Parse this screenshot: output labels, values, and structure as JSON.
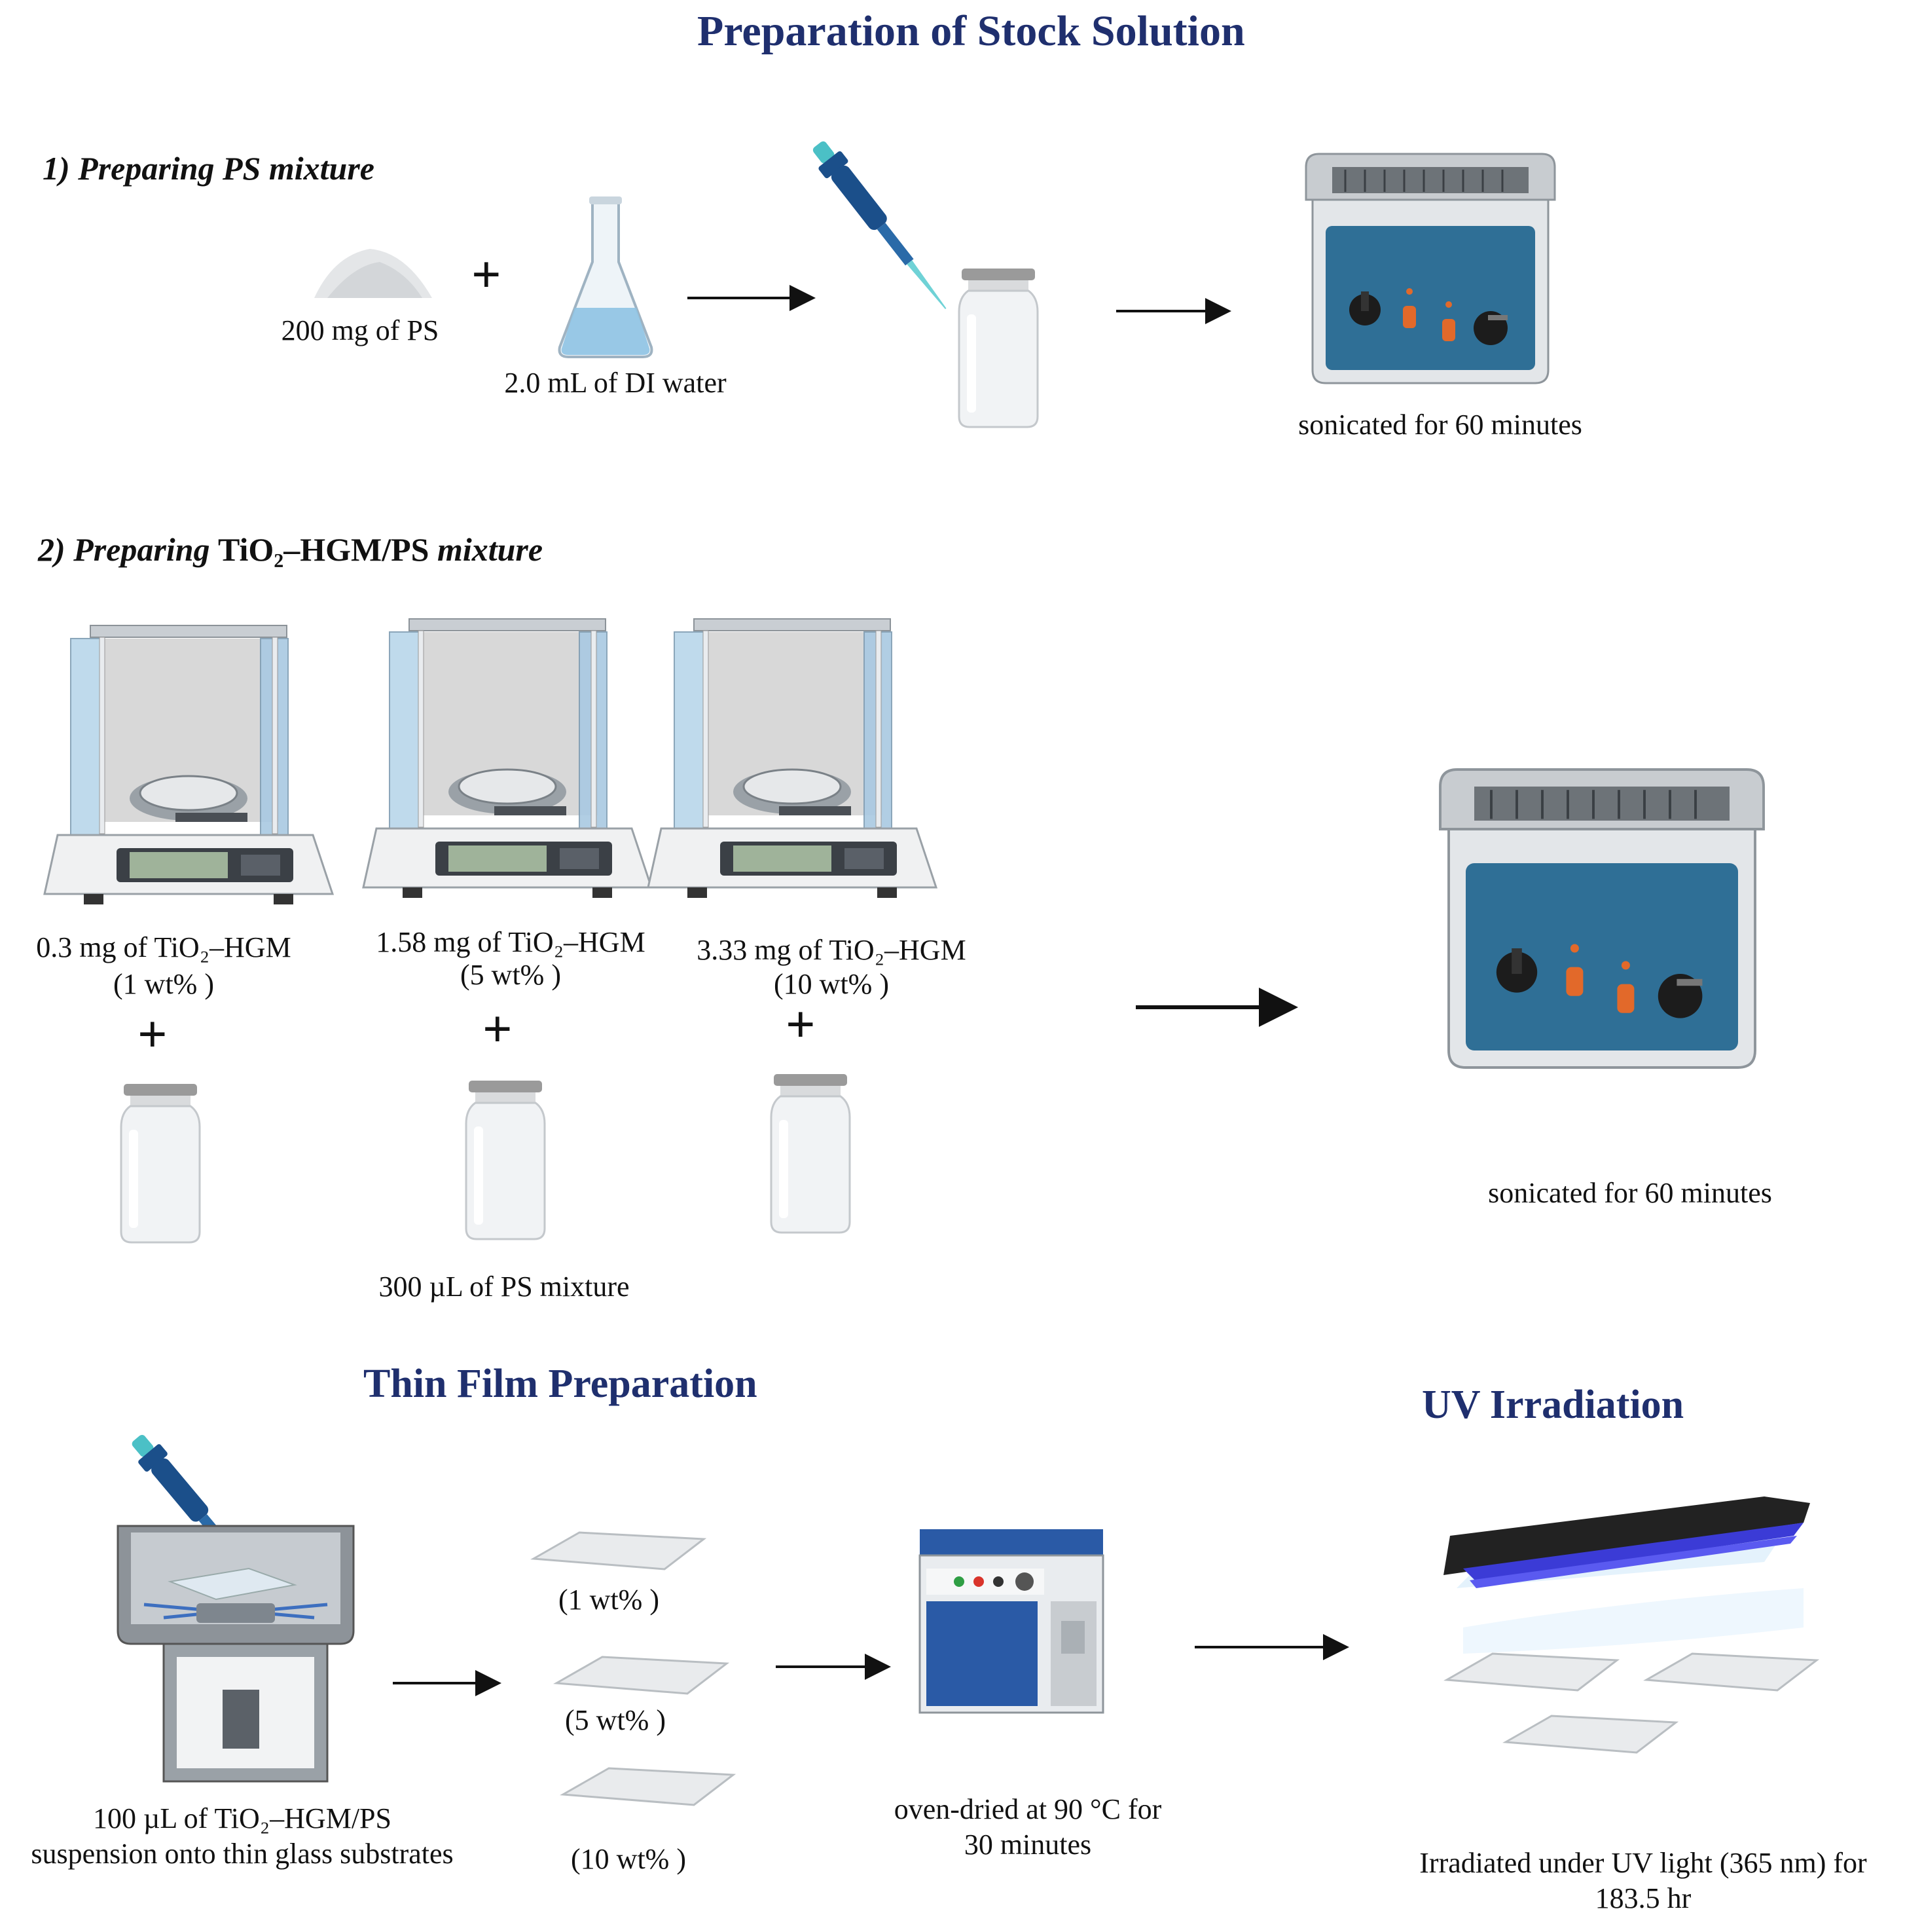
{
  "titles": {
    "stock": "Preparation of Stock Solution",
    "thin_film": "Thin Film Preparation",
    "uv": "UV Irradiation"
  },
  "steps": {
    "s1": "1) Preparing PS mixture",
    "s2_prefix": "2) Preparing",
    "s2_formula": "TiO₂–HGM/PS",
    "s2_suffix": "mixture"
  },
  "section1": {
    "ps_label": "200 mg of PS",
    "water_label": "2.0 mL of DI water",
    "sonicate_label": "sonicated for 60 minutes"
  },
  "section2": {
    "balances": [
      {
        "mass": "0.3 mg of TiO₂–HGM",
        "wt": "(1 wt% )"
      },
      {
        "mass": "1.58 mg of TiO₂–HGM",
        "wt": "(5 wt% )"
      },
      {
        "mass": "3.33 mg of TiO₂–HGM",
        "wt": "(10 wt% )"
      }
    ],
    "ps_mixture_label": "300 µL of PS mixture",
    "sonicate_label": "sonicated for 60 minutes"
  },
  "section3": {
    "spin_label_1": "100 µL of TiO₂–HGM/PS",
    "spin_label_2": "suspension onto thin glass substrates",
    "substrates": [
      "(1 wt% )",
      "(5 wt% )",
      "(10 wt% )"
    ],
    "oven_label_1": "oven-dried at 90 °C for",
    "oven_label_2": "30 minutes",
    "uv_label_1": "Irradiated under UV light (365 nm) for",
    "uv_label_2": "183.5 hr"
  },
  "colors": {
    "title": "#1f2f6e",
    "pipette": "#1b4f8a",
    "sonicator_panel": "#2f6f96",
    "uv_tube": "#3b3bd6",
    "oven_door": "#2a5aa6"
  }
}
